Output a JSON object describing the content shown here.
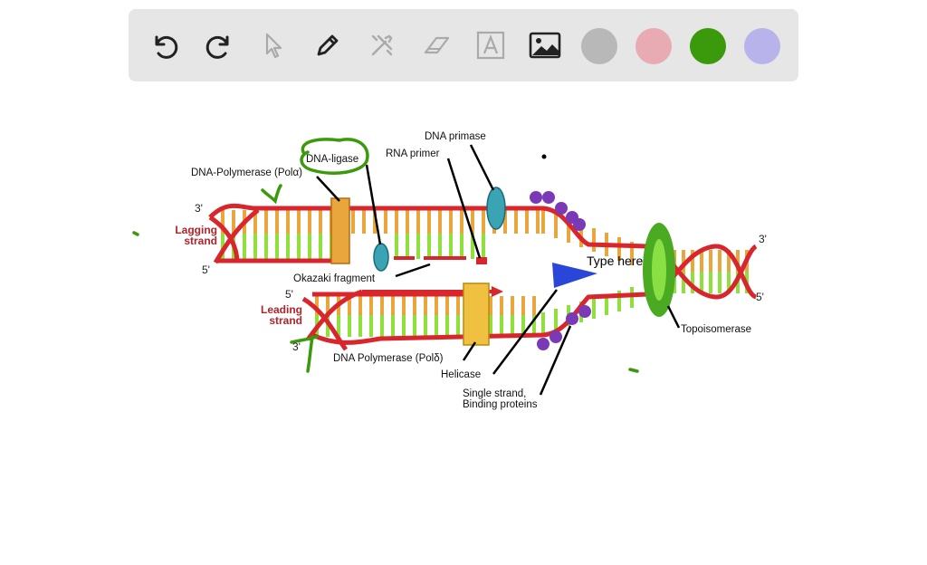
{
  "toolbar": {
    "tools": [
      {
        "icon": "undo-icon",
        "enabled": true
      },
      {
        "icon": "redo-icon",
        "enabled": true
      },
      {
        "icon": "select-pointer-icon",
        "enabled": false
      },
      {
        "icon": "pen-icon",
        "enabled": true
      },
      {
        "icon": "tools-icon",
        "enabled": false
      },
      {
        "icon": "eraser-icon",
        "enabled": false
      },
      {
        "icon": "text-icon",
        "enabled": false
      },
      {
        "icon": "image-icon",
        "enabled": true
      }
    ],
    "colors": [
      "#b8b8b8",
      "#e8aab3",
      "#3a9a0c",
      "#b8b3ea"
    ]
  },
  "diagram": {
    "labels": {
      "dna_primase": "DNA primase",
      "rna_primer": "RNA primer",
      "dna_ligase": "DNA-ligase",
      "dna_polymerase_alpha": "DNA-Polymerase (Polα)",
      "lagging_strand_line1": "Lagging",
      "lagging_strand_line2": "strand",
      "leading_strand_line1": "Leading",
      "leading_strand_line2": "strand",
      "okazaki_fragment": "Okazaki fragment",
      "dna_polymerase_delta": "DNA Polymerase (Polδ)",
      "helicase": "Helicase",
      "ssb_line1": "Single strand,",
      "ssb_line2": "Binding proteins",
      "topoisomerase": "Topoisomerase",
      "type_here": "Type here"
    },
    "primes": {
      "lagging_3": "3'",
      "lagging_5": "5'",
      "leading_5": "5'",
      "leading_3": "3'",
      "right_3": "3'",
      "right_5": "5'"
    }
  },
  "colors": {
    "backbone": "#d8262c",
    "base_orange": "#e8a63c",
    "base_green": "#8fe03a",
    "annotation_green": "#3a9a0c",
    "helicase_blue": "#2a46d8",
    "primase_teal": "#3aa4b4",
    "ssb_purple": "#7a3ab8",
    "polymerase_yellow": "#f0c040",
    "topoisomerase_green": "#4aaa22"
  }
}
